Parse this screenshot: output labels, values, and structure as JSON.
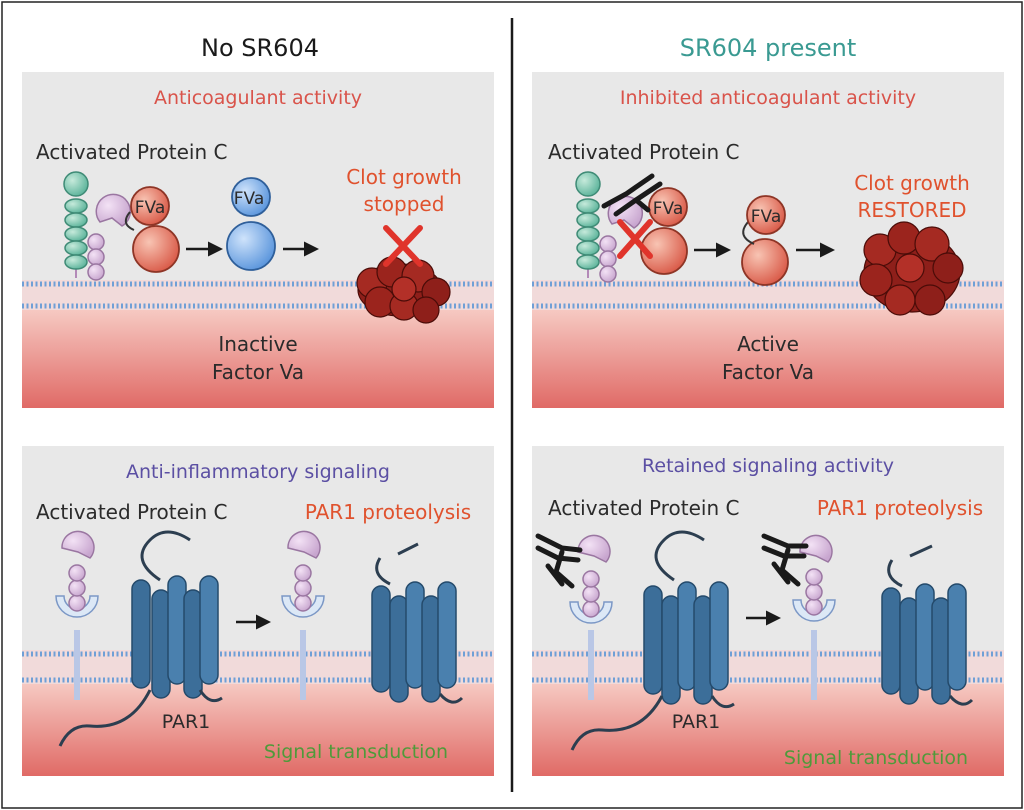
{
  "columns": [
    {
      "heading": "No SR604",
      "heading_color": "#1a1a1a",
      "top_panel": {
        "title": "Anticoagulant activity",
        "protein_label": "Activated Protein C",
        "fva_bound_label": "FVa",
        "fva_free_label": "FVa",
        "result_line1": "Clot growth",
        "result_line2": "stopped",
        "factor_line1": "Inactive",
        "factor_line2": "Factor Va"
      },
      "bottom_panel": {
        "title": "Anti-inflammatory signaling",
        "protein_label": "Activated Protein C",
        "proteolysis_label": "PAR1 proteolysis",
        "par1_label": "PAR1",
        "signal_label": "Signal transduction"
      }
    },
    {
      "heading": "SR604 present",
      "heading_color": "#3a9a92",
      "top_panel": {
        "title": "Inhibited anticoagulant activity",
        "protein_label": "Activated Protein C",
        "fva_bound_label": "FVa",
        "fva_free_label": "FVa",
        "result_line1": "Clot growth",
        "result_line2": "RESTORED",
        "factor_line1": "Active",
        "factor_line2": "Factor Va"
      },
      "bottom_panel": {
        "title": "Retained signaling activity",
        "protein_label": "Activated Protein C",
        "proteolysis_label": "PAR1 proteolysis",
        "par1_label": "PAR1",
        "signal_label": "Signal transduction"
      }
    }
  ],
  "colors": {
    "red_title": "#d9534a",
    "purple_title": "#5b4fa3",
    "orange_text": "#e0522e",
    "green_text": "#4f9a3a",
    "dark_text": "#2b2b2b",
    "panel_bg": "#e8e8e8",
    "membrane": "#6f9fd6",
    "receptor": "#3c6e99",
    "clot": "#8e1f1a"
  }
}
